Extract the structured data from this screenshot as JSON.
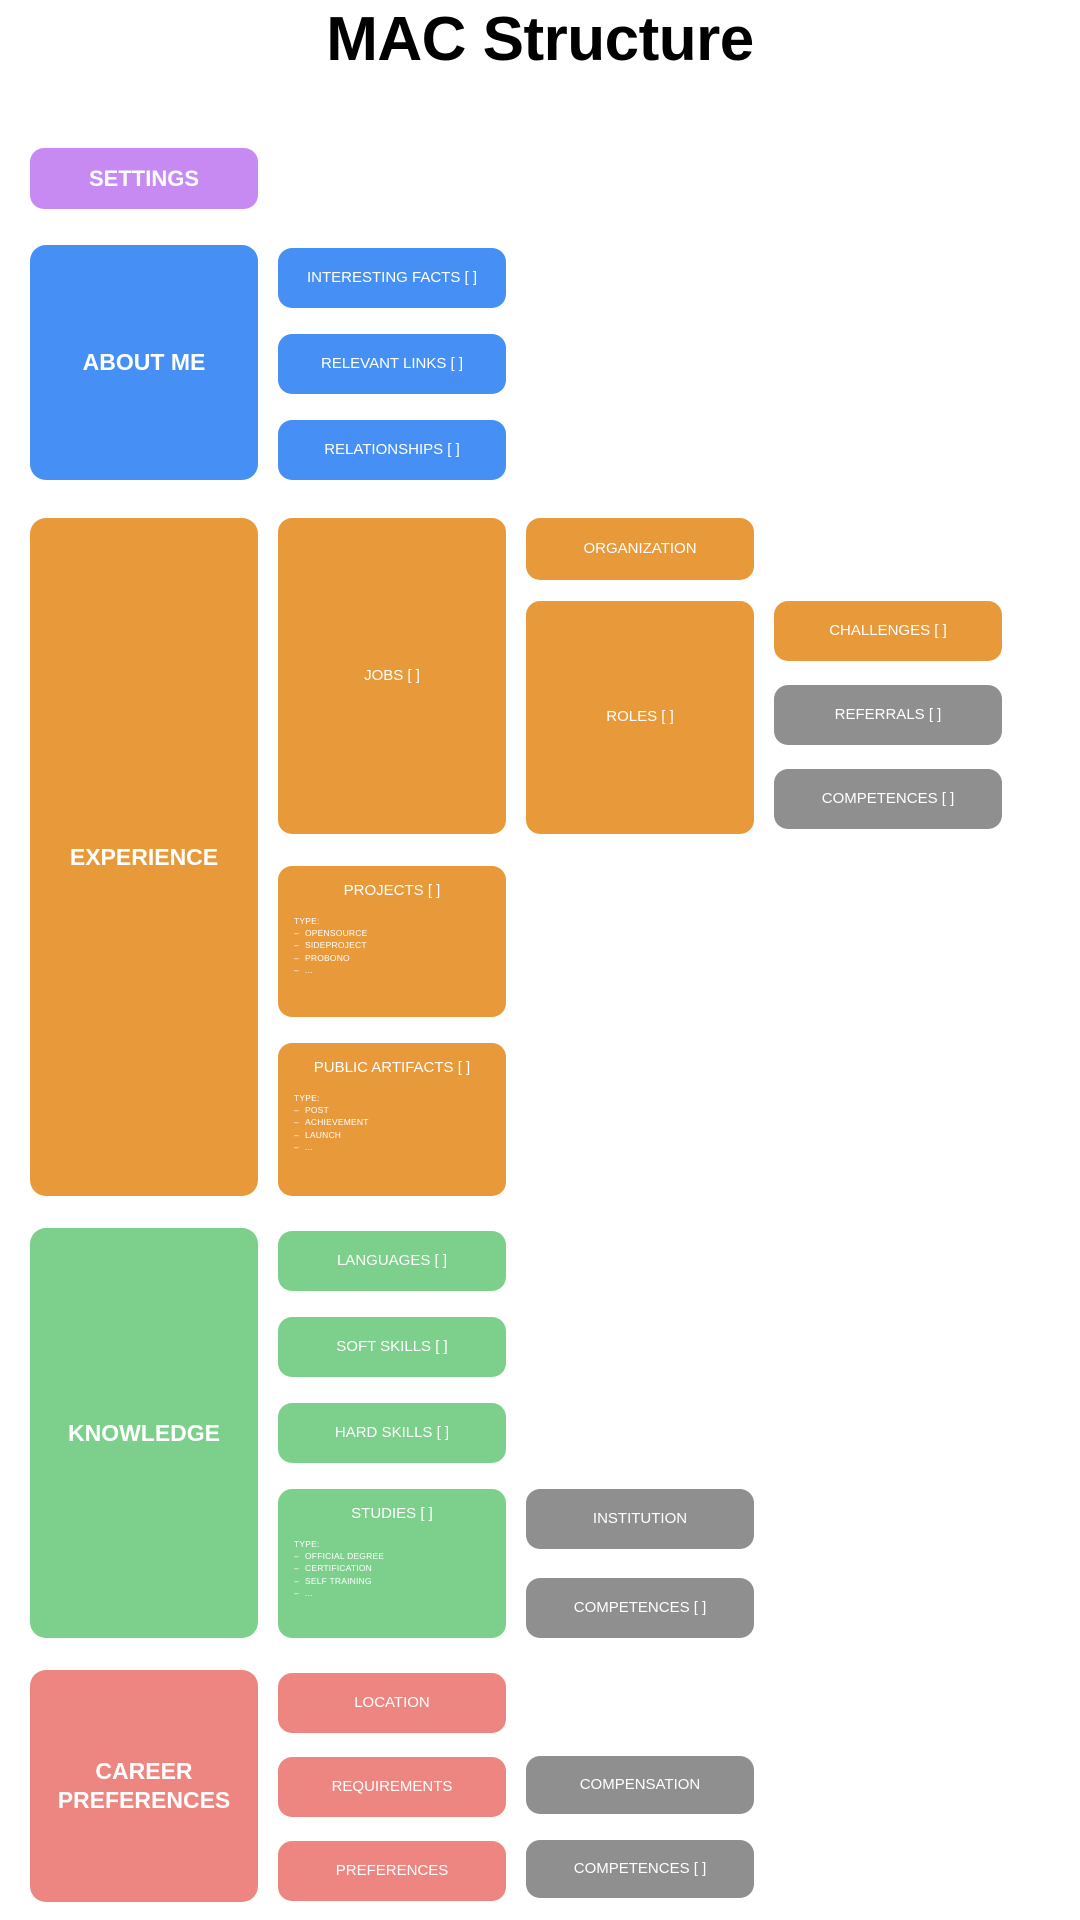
{
  "title": "MAC Structure",
  "colors": {
    "settings": "#c78af2",
    "about": "#4690f5",
    "experience": "#e8993a",
    "knowledge": "#7dcf8c",
    "career": "#ed8680",
    "neutral": "#8f8f8f",
    "background": "#ffffff",
    "text_on_box": "#ffffff",
    "title_text": "#000000"
  },
  "settings": {
    "label": "SETTINGS"
  },
  "about_me": {
    "label": "ABOUT ME",
    "children": [
      {
        "label": "INTERESTING FACTS [ ]"
      },
      {
        "label": "RELEVANT LINKS [ ]"
      },
      {
        "label": "RELATIONSHIPS [ ]"
      }
    ]
  },
  "experience": {
    "label": "EXPERIENCE",
    "jobs": {
      "label": "JOBS [ ]"
    },
    "organization": {
      "label": "ORGANIZATION"
    },
    "roles": {
      "label": "ROLES [ ]"
    },
    "challenges": {
      "label": "CHALLENGES [ ]"
    },
    "referrals": {
      "label": "REFERRALS [ ]"
    },
    "competences": {
      "label": "COMPETENCES [ ]"
    },
    "projects": {
      "label": "PROJECTS [ ]",
      "type_label": "TYPE:",
      "types": [
        "OPENSOURCE",
        "SIDEPROJECT",
        "PROBONO",
        "..."
      ]
    },
    "public_artifacts": {
      "label": "PUBLIC ARTIFACTS [ ]",
      "type_label": "TYPE:",
      "types": [
        "POST",
        "ACHIEVEMENT",
        "LAUNCH",
        "..."
      ]
    }
  },
  "knowledge": {
    "label": "KNOWLEDGE",
    "languages": {
      "label": "LANGUAGES [ ]"
    },
    "soft_skills": {
      "label": "SOFT SKILLS [ ]"
    },
    "hard_skills": {
      "label": "HARD SKILLS [ ]"
    },
    "studies": {
      "label": "STUDIES [ ]",
      "type_label": "TYPE:",
      "types": [
        "OFFICIAL DEGREE",
        "CERTIFICATION",
        "SELF TRAINING",
        "..."
      ]
    },
    "institution": {
      "label": "INSTITUTION"
    },
    "competences": {
      "label": "COMPETENCES [ ]"
    }
  },
  "career_preferences": {
    "label": "CAREER\nPREFERENCES",
    "label_line1": "CAREER",
    "label_line2": "PREFERENCES",
    "location": {
      "label": "LOCATION"
    },
    "requirements": {
      "label": "REQUIREMENTS"
    },
    "preferences": {
      "label": "PREFERENCES"
    },
    "compensation": {
      "label": "COMPENSATION"
    },
    "competences": {
      "label": "COMPETENCES [ ]"
    }
  }
}
